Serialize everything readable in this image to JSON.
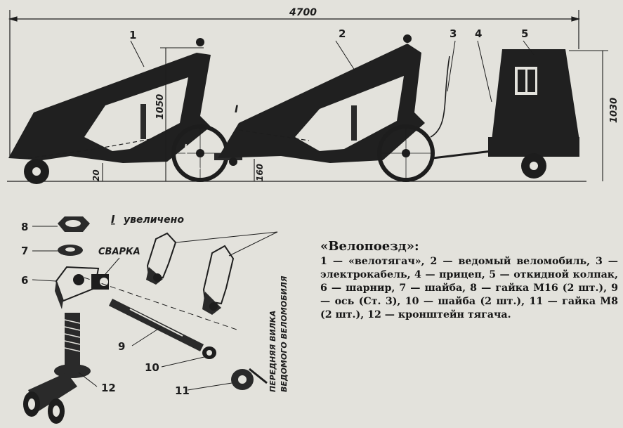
{
  "drawing": {
    "overall_length": "4700",
    "height_vehicle": "1050",
    "height_trailer": "1030",
    "ground_clearance_front": "20",
    "ground_clearance_hitch": "160",
    "detail_marker": "I"
  },
  "callouts": {
    "c1": "1",
    "c2": "2",
    "c3": "3",
    "c4": "4",
    "c5": "5",
    "c6": "6",
    "c7": "7",
    "c8": "8",
    "c9": "9",
    "c10": "10",
    "c11": "11",
    "c12": "12"
  },
  "detail": {
    "marker": "I",
    "label": "увеличено",
    "weld_label": "СВАРКА",
    "fork_label_line1": "ПЕРЕДНЯЯ ВИЛКА",
    "fork_label_line2": "ВЕДОМОГО ВЕЛОМОБИЛЯ"
  },
  "caption": {
    "title": "«Велопоезд»:",
    "body": "1 — «велотягач», 2 — ведомый веломобиль, 3 — электрокабель, 4 — прицеп, 5 — откидной колпак, 6 — шарнир, 7 — шайба, 8 — гайка М16 (2 шт.), 9 — ось (Ст. 3), 10 — шайба (2 шт.), 11 — гайка М8 (2 шт.), 12 — кронштейн тягача."
  },
  "colors": {
    "background": "#e3e2dc",
    "ink": "#1d1d1d"
  }
}
